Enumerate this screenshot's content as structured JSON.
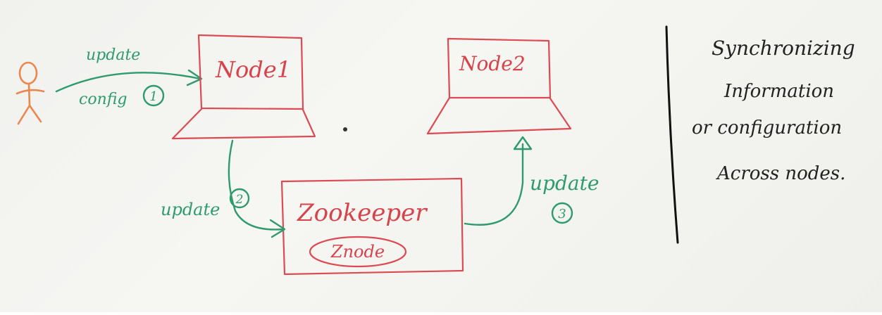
{
  "nodes": {
    "node1": {
      "label": "Node1"
    },
    "node2": {
      "label": "Node2"
    },
    "zookeeper": {
      "label": "Zookeeper",
      "sublabel": "Znode"
    }
  },
  "arrows": {
    "user_to_node1": {
      "label_top": "update",
      "label_bottom": "config",
      "step": "1"
    },
    "node1_to_zookeeper": {
      "label": "update",
      "step": "2"
    },
    "zookeeper_to_node2": {
      "label": "update",
      "step": "3"
    }
  },
  "side_note": {
    "lines": [
      "Synchronizing",
      "Information",
      "or configuration",
      "Across nodes."
    ]
  },
  "colors": {
    "node_red": "#dc4a52",
    "arrow_green": "#2e9a6d",
    "user_orange": "#e9874f",
    "ink_black": "#222222"
  }
}
